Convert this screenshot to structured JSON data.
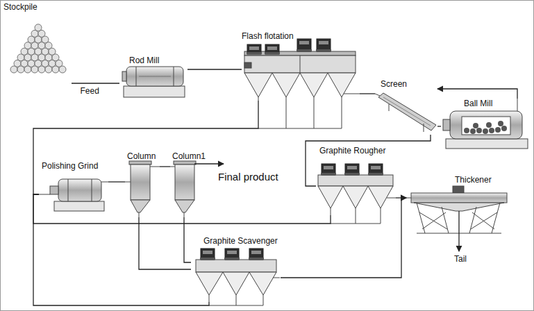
{
  "diagram": {
    "nodes": [
      {
        "text": [
          "Stockpile"
        ]
      },
      {
        "text": [
          "Rod Mill"
        ]
      },
      {
        "text": [
          "Flash flotation"
        ]
      },
      {
        "text": [
          "Screen"
        ]
      },
      {
        "text": [
          "Ball Mill"
        ]
      },
      {
        "text": [
          "Polishing Grind"
        ]
      },
      {
        "text": [
          "Column"
        ]
      },
      {
        "text": [
          "Column1"
        ]
      },
      {
        "text": [
          "Graphite Rougher"
        ]
      },
      {
        "text": [
          "Thickener"
        ]
      },
      {
        "text": [
          "Graphite Scavenger"
        ]
      }
    ],
    "edges": [
      {
        "from": 0,
        "to": 1,
        "label": "Feed",
        "arrow": "none"
      },
      {
        "from": 1,
        "to": 2,
        "arrow": "none"
      },
      {
        "from": 2,
        "to": 3,
        "arrow": "none"
      },
      {
        "from": 3,
        "to": 4,
        "arrow": "none"
      },
      {
        "from": 4,
        "to": 3,
        "arrow": "to"
      },
      {
        "from": 2,
        "to": 5,
        "arrow": "none"
      },
      {
        "from": 5,
        "to": 6,
        "arrow": "none"
      },
      {
        "from": 6,
        "to": 7,
        "arrow": "none"
      },
      {
        "from": 3,
        "to": 8,
        "arrow": "none"
      },
      {
        "from": 8,
        "to": 9,
        "arrow": "to"
      },
      {
        "from": 8,
        "to": 5,
        "arrow": "none"
      },
      {
        "from": 6,
        "to": 10,
        "arrow": "none"
      },
      {
        "from": 7,
        "to": 10,
        "arrow": "none"
      },
      {
        "from": 10,
        "to": 9,
        "arrow": "to"
      },
      {
        "from": 10,
        "to": 5,
        "arrow": "none"
      }
    ],
    "labels": [
      "Final product",
      "Tail"
    ]
  }
}
